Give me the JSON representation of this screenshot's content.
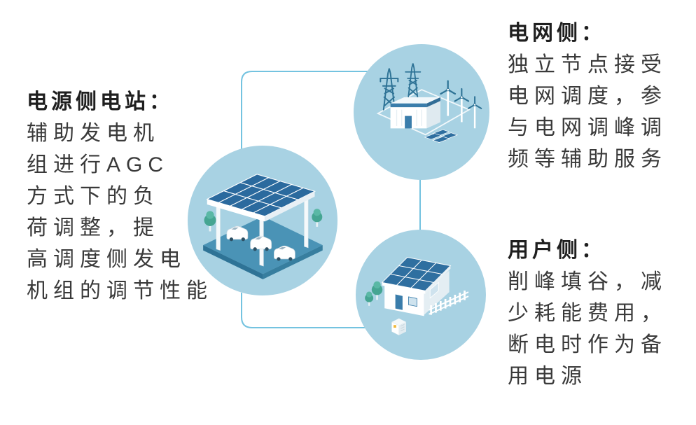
{
  "colors": {
    "background": "#ffffff",
    "circle_fill": "#a8d2e3",
    "connector": "#74c3e0",
    "title_text": "#1f1f1f",
    "body_text": "#3a3a3a",
    "illustration_dark_blue": "#2e7396",
    "illustration_panel_blue": "#2b6a9e",
    "illustration_teal": "#45a592",
    "illustration_white": "#ffffff"
  },
  "blocks": {
    "power": {
      "title": "电源侧电站：",
      "lines": [
        "辅助发电机",
        "组进行AGC",
        "方式下的负",
        "荷调整，提",
        "高调度侧发电",
        "机组的调节性能"
      ]
    },
    "grid": {
      "title": "电网侧：",
      "lines": [
        "独立节点接受",
        "电网调度，参",
        "与电网调峰调",
        "频等辅助服务"
      ]
    },
    "user": {
      "title": "用户侧：",
      "lines": [
        "削峰填谷，减",
        "少耗能费用，",
        "断电时作为备",
        "用电源"
      ]
    }
  },
  "icons": {
    "power_station": "solar-carport-ev-charging-station",
    "grid": "power-grid-towers-factory-wind-turbines",
    "user": "solar-house-with-fence-and-battery"
  }
}
